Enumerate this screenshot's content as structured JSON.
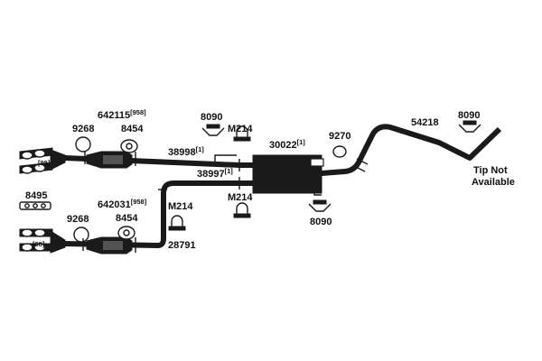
{
  "labels": {
    "gasket_upper": "9268",
    "gasket_lower": "9268",
    "converter_upper": "642115",
    "converter_upper_note": "[958]",
    "converter_lower": "642031",
    "converter_lower_note": "[958]",
    "flange_upper": "8454",
    "flange_lower": "8454",
    "manifold_upper_note": "[98]",
    "manifold_lower_note": "[98]",
    "manifold_gasket": "8495",
    "hanger_top": "8090",
    "clamp_top": "M214",
    "pipe_upper": "38998",
    "pipe_upper_note": "[1]",
    "pipe_lower": "38997",
    "pipe_lower_note": "[1]",
    "clamp_mid": "M214",
    "clamp_left": "M214",
    "pipe_left": "28791",
    "muffler": "30022",
    "muffler_note": "[1]",
    "hanger_bottom": "8090",
    "gasket_tail": "9270",
    "tailpipe": "54218",
    "hanger_tail": "8090",
    "tip_line1": "Tip Not",
    "tip_line2": "Available"
  },
  "icons": {
    "gasket": "ring-gasket-icon",
    "clamp": "u-bolt-clamp-icon",
    "hanger": "hanger-icon",
    "flange": "flange-gasket-icon",
    "manifold": "exhaust-manifold-icon",
    "converter": "catalytic-converter-icon",
    "muffler": "muffler-icon"
  }
}
